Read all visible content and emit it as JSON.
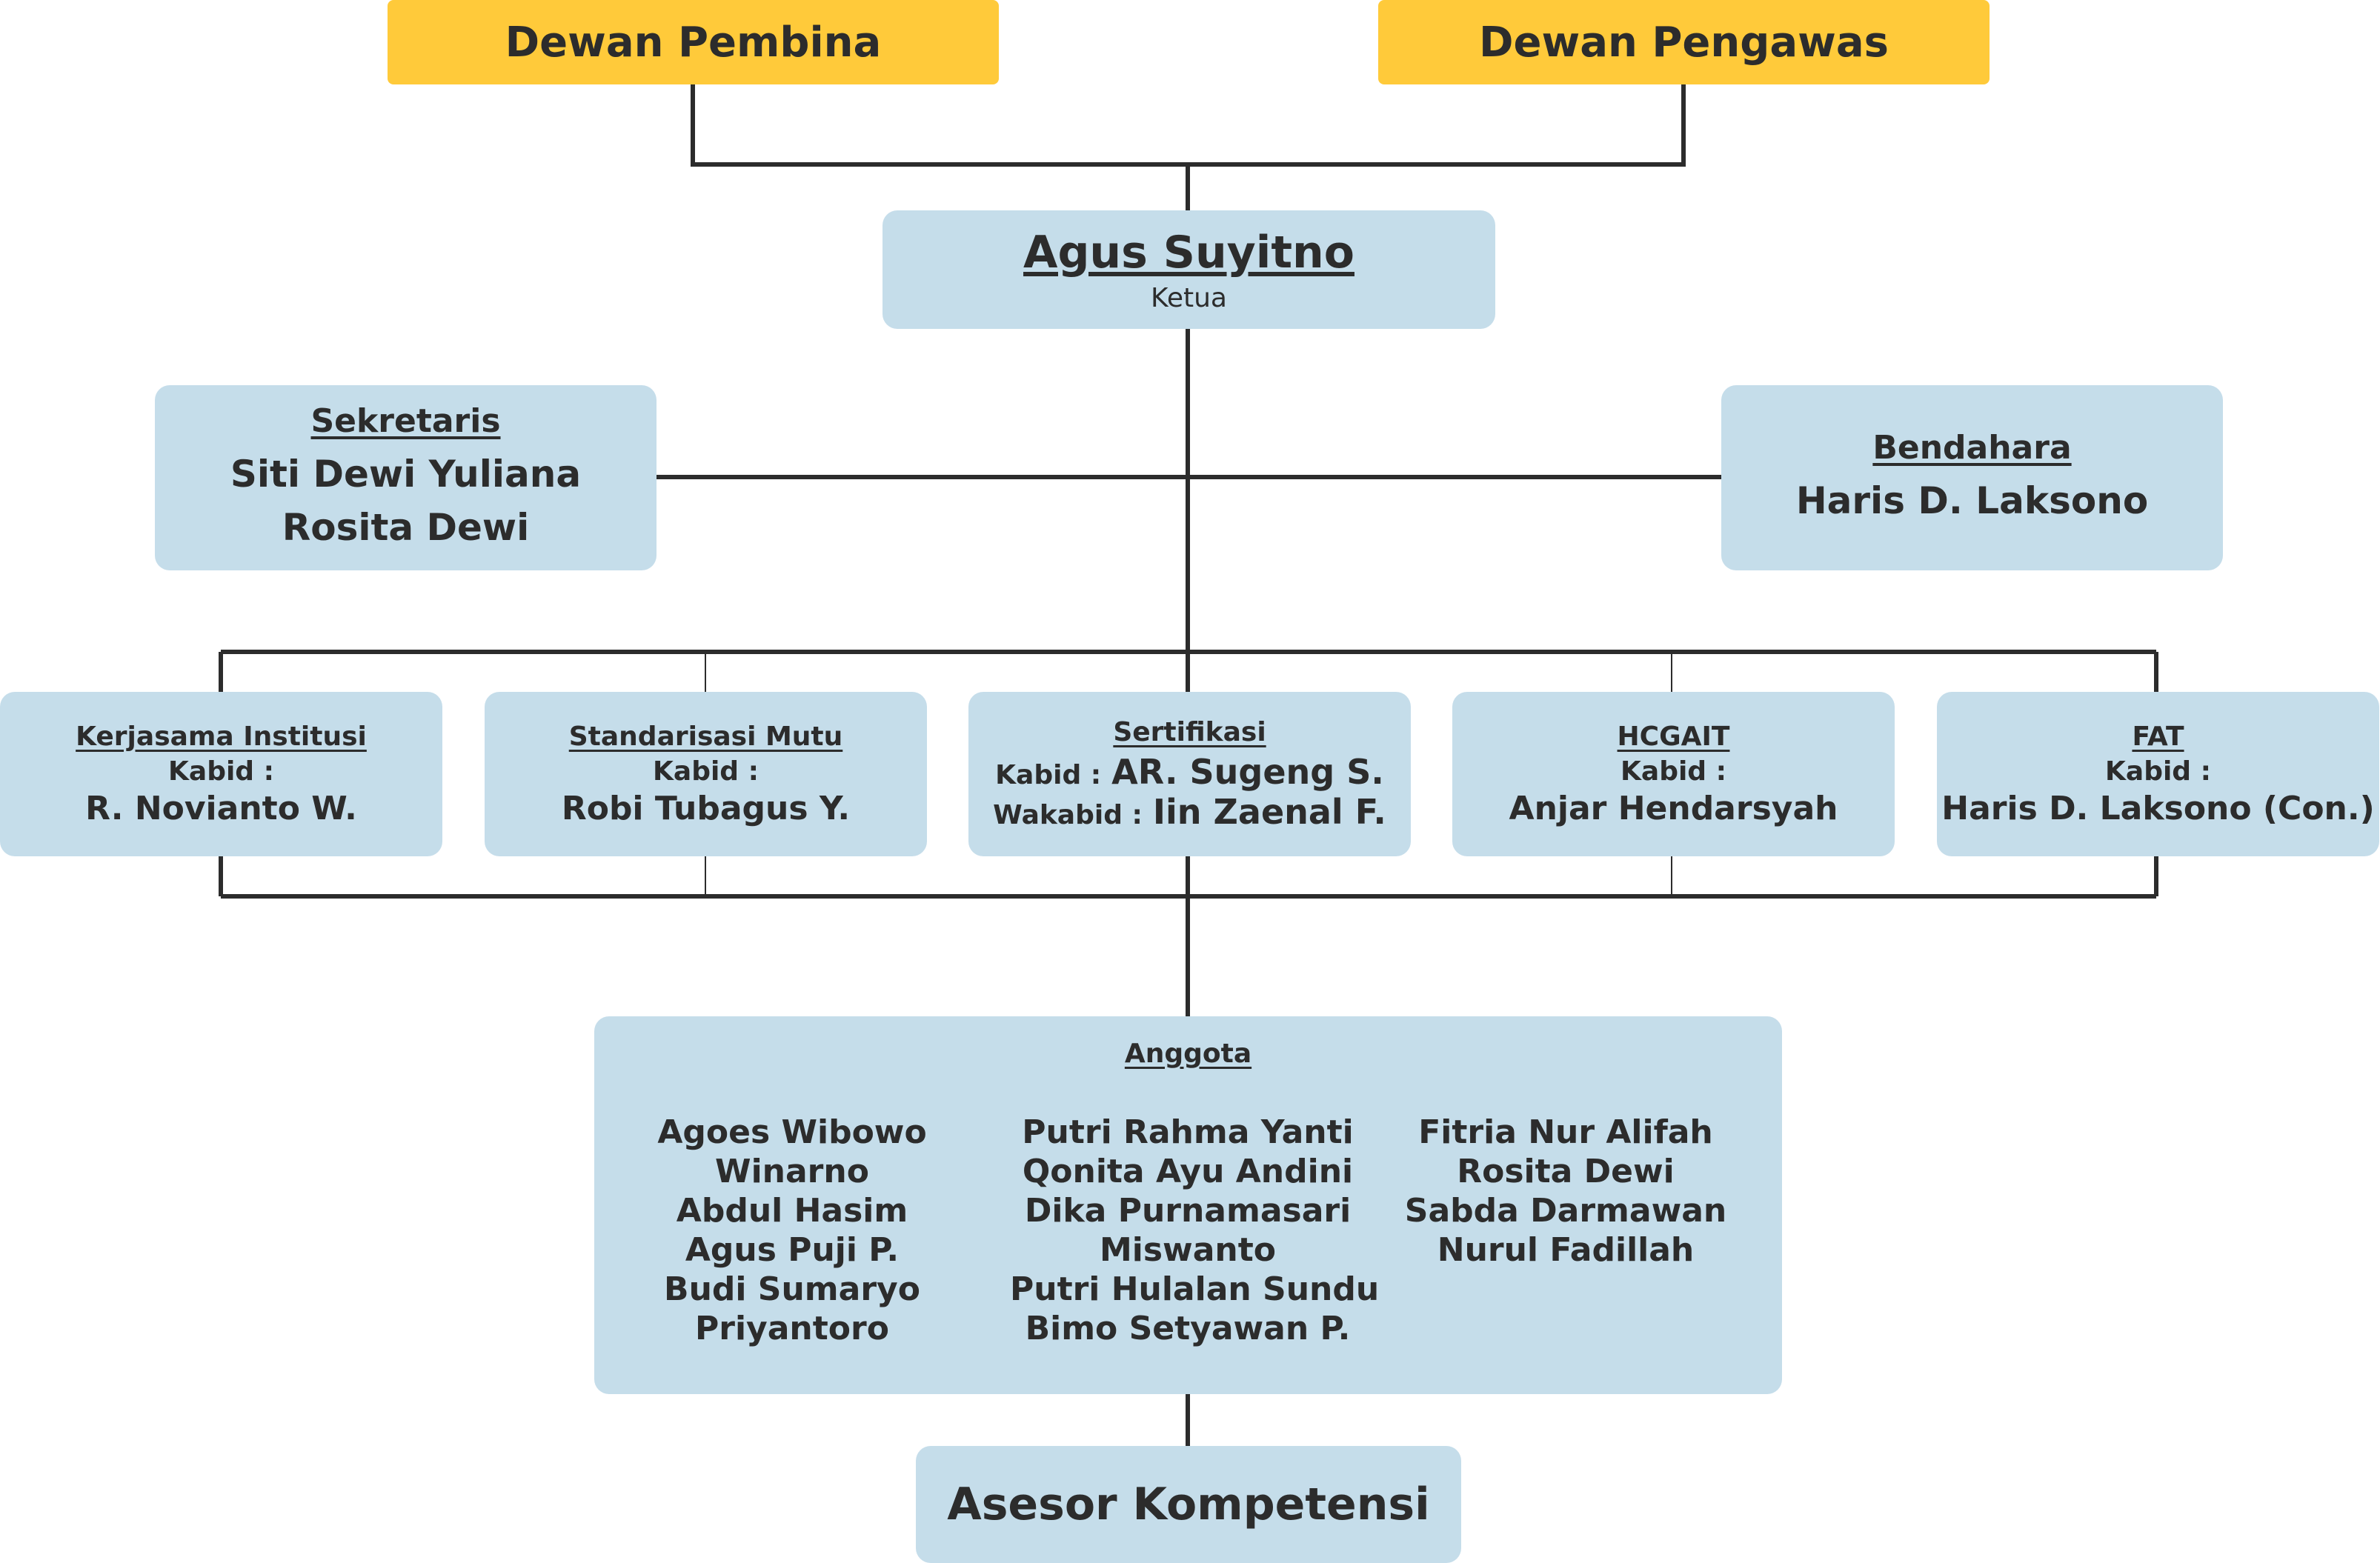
{
  "top": {
    "pembina": "Dewan Pembina",
    "pengawas": "Dewan Pengawas"
  },
  "chair": {
    "name": "Agus Suyitno",
    "role": "Ketua"
  },
  "secretary": {
    "heading": "Sekretaris",
    "names": [
      "Siti Dewi Yuliana",
      "Rosita Dewi"
    ]
  },
  "treasurer": {
    "heading": "Bendahara",
    "name": "Haris D. Laksono"
  },
  "divisions": [
    {
      "heading": "Kerjasama Institusi",
      "label": "Kabid :",
      "name": "R. Novianto W."
    },
    {
      "heading": "Standarisasi Mutu",
      "label": "Kabid :",
      "name": "Robi Tubagus Y."
    },
    {
      "heading": "Sertifikasi",
      "head_label": "Kabid :",
      "head_name": "AR. Sugeng S.",
      "deputy_label": "Wakabid :",
      "deputy_name": "Iin Zaenal F."
    },
    {
      "heading": "HCGAIT",
      "label": "Kabid :",
      "name": "Anjar Hendarsyah"
    },
    {
      "heading": "FAT",
      "label": "Kabid :",
      "name": "Haris D. Laksono (Con.)"
    }
  ],
  "members": {
    "heading": "Anggota",
    "columns": [
      [
        "Agoes Wibowo",
        "Winarno",
        "Abdul Hasim",
        "Agus Puji P.",
        "Budi Sumaryo",
        "Priyantoro"
      ],
      [
        "Putri Rahma Yanti",
        "Qonita Ayu Andini",
        "Dika Purnamasari",
        "Miswanto",
        "Putri Hulalan Sundu",
        "Bimo Setyawan P."
      ],
      [
        "Fitria Nur Alifah",
        "Rosita Dewi",
        "Sabda Darmawan",
        "Nurul Fadillah"
      ]
    ]
  },
  "assessor": {
    "title": "Asesor Kompetensi"
  },
  "colors": {
    "yellow": "#ffca3a",
    "blue": "#c5ddea",
    "line": "#2c2c2c"
  }
}
